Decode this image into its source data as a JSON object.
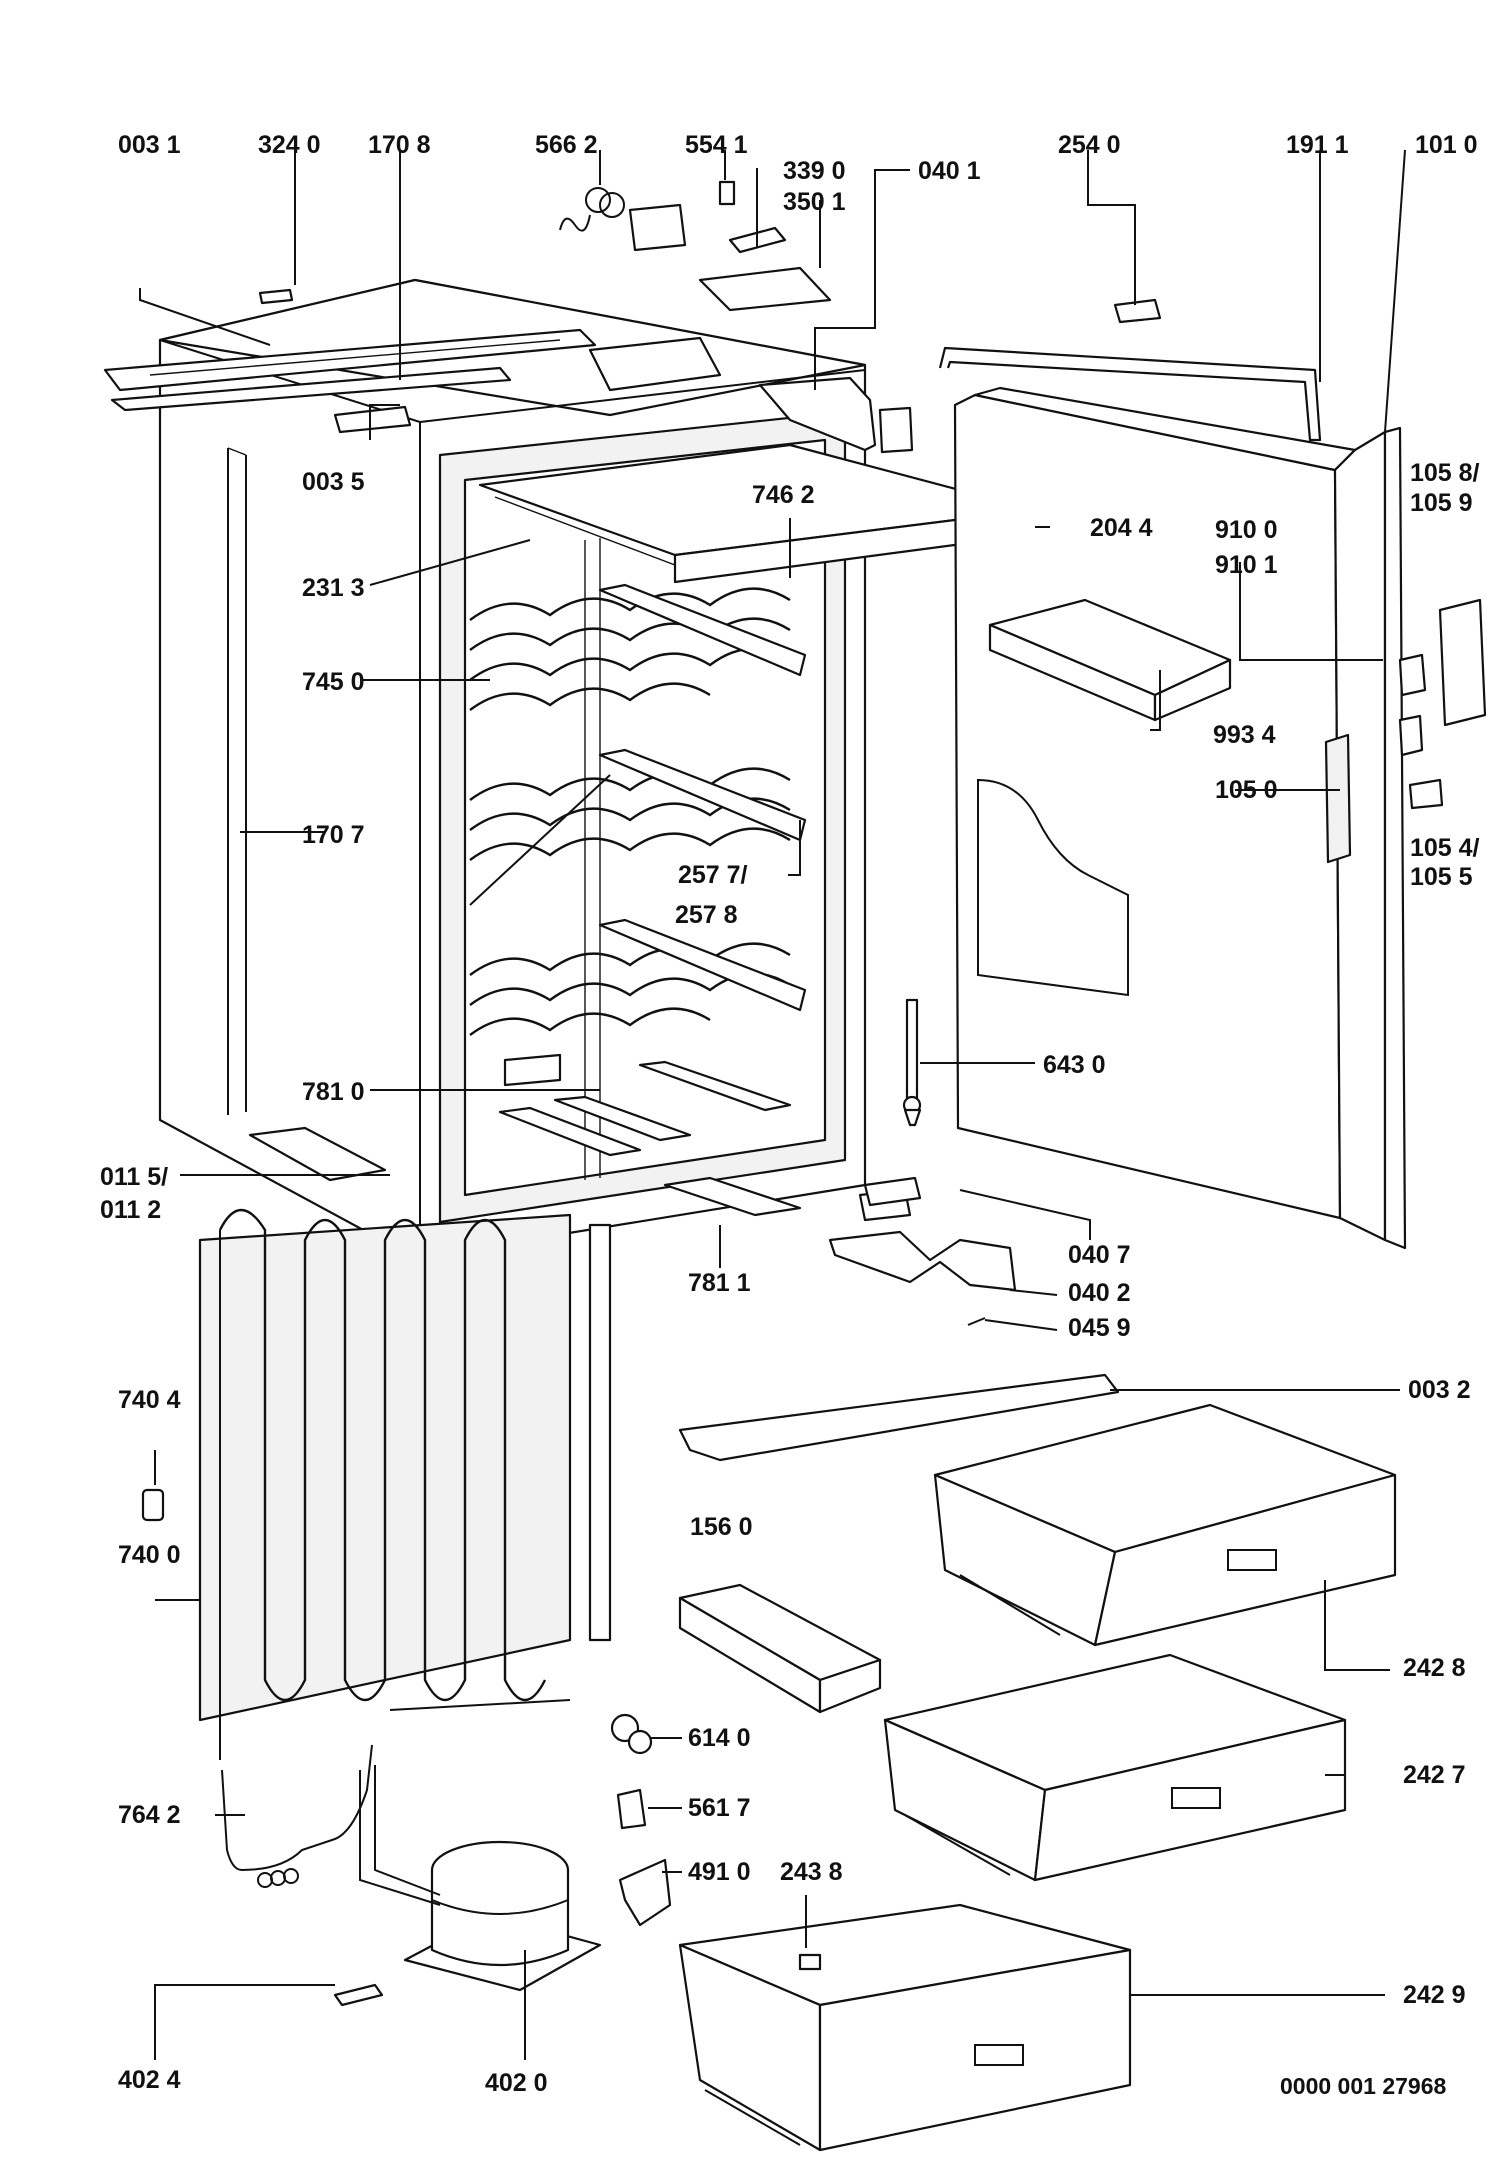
{
  "diagram": {
    "labels": {
      "l0031": "003 1",
      "l3240": "324 0",
      "l1708": "170 8",
      "l5662": "566 2",
      "l5541": "554 1",
      "l3390": "339 0",
      "l3501": "350 1",
      "l0401": "040 1",
      "l2540": "254 0",
      "l1911": "191 1",
      "l1010": "101 0",
      "l0035": "003 5",
      "l7462": "746 2",
      "l2044": "204 4",
      "l1058": "105 8/",
      "l1059": "105 9",
      "l9100": "910 0",
      "l9101": "910 1",
      "l2313": "231 3",
      "l7450": "745 0",
      "l9934": "993 4",
      "l1050": "105 0",
      "l1707": "170 7",
      "l1054": "105 4/",
      "l1055": "105 5",
      "l2577": "257 7/",
      "l2578": "257 8",
      "l6430": "643 0",
      "l7810": "781 0",
      "l0115": "011 5/",
      "l0112": "011 2",
      "l0407": "040 7",
      "l7811": "781 1",
      "l0402": "040 2",
      "l0459": "045 9",
      "l7404": "740 4",
      "l0032": "003 2",
      "l1560": "156 0",
      "l7400": "740 0",
      "l2428": "242 8",
      "l6140": "614 0",
      "l2427": "242 7",
      "l5617": "561 7",
      "l7642": "764 2",
      "l4910": "491 0",
      "l2438": "243 8",
      "l2429": "242 9",
      "l4024": "402 4",
      "l4020": "402 0"
    },
    "footer_code": "0000 001 27968"
  }
}
